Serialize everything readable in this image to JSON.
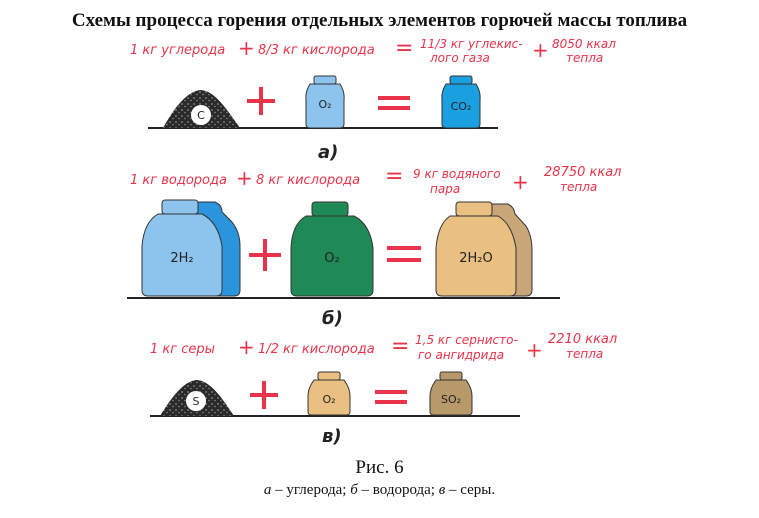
{
  "title": "Схемы процесса горения отдельных элементов горючей массы топлива",
  "rows": [
    {
      "label": "а)",
      "reactant1_text": "1 кг углерода",
      "plus1": "+",
      "reactant2_text": "8/3 кг кислорода",
      "equals": "=",
      "product_line1": "11/3 кг углекис-",
      "product_line2": "лого газа",
      "plus2": "+",
      "heat_line1": "8050 ккал",
      "heat_line2": "тепла",
      "jar1_label": "C",
      "jar2_label": "O₂",
      "jar3_label": "CO₂",
      "colors": {
        "jar2": "#8cc4ee",
        "jar3": "#1a9fe0",
        "heap": "#2a2a2a"
      }
    },
    {
      "label": "б)",
      "reactant1_text": "1 кг водорода",
      "plus1": "+",
      "reactant2_text": "8 кг кислорода",
      "equals": "=",
      "product_line1": "9 кг водяного",
      "product_line2": "пара",
      "plus2": "+",
      "heat_line1": "28750 ккал",
      "heat_line2": "тепла",
      "jar1_label": "2H₂",
      "jar2_label": "O₂",
      "jar3_label": "2H₂O",
      "colors": {
        "jar1": "#8cc4ee",
        "jar1_back": "#2a95dc",
        "jar2": "#1f8a55",
        "jar3": "#e9c082",
        "jar3_back": "#c8a678"
      }
    },
    {
      "label": "в)",
      "reactant1_text": "1 кг серы",
      "plus1": "+",
      "reactant2_text": "1/2 кг кислорода",
      "equals": "=",
      "product_line1": "1,5 кг сернисто-",
      "product_line2": "го ангидрида",
      "plus2": "+",
      "heat_line1": "2210 ккал",
      "heat_line2": "тепла",
      "jar1_label": "S",
      "jar2_label": "O₂",
      "jar3_label": "SO₂",
      "colors": {
        "jar2": "#e9c082",
        "jar3": "#b89a6a",
        "heap": "#2a2a2a"
      }
    }
  ],
  "caption": {
    "figure": "Рис. 6",
    "a_letter": "а",
    "a_text": " – углерода; ",
    "b_letter": "б",
    "b_text": " – водорода; ",
    "c_letter": "в",
    "c_text": " – серы."
  },
  "colors": {
    "accent_red": "#e8334a",
    "line": "#222222"
  }
}
